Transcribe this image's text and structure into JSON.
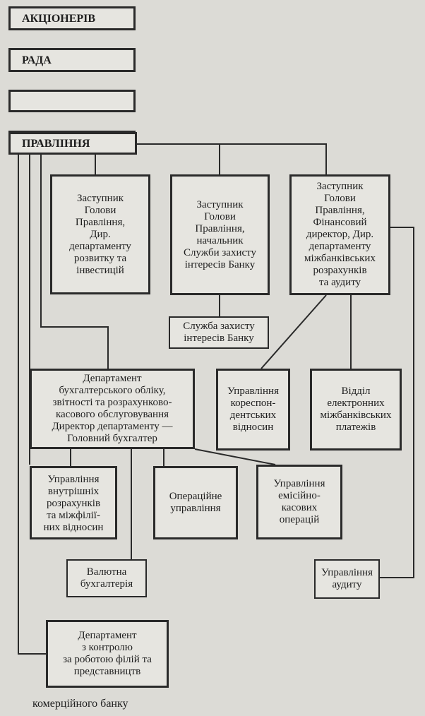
{
  "boxes": {
    "shareholders": "АКЦІОНЕРІВ",
    "council": "РАДА",
    "blank_1": "",
    "blank_2": "",
    "board": "ПРАВЛІННЯ",
    "deputy_development": "Заступник\nГолови\nПравління,\nДир.\nдепартаменту\nрозвитку та\nінвестицій",
    "deputy_security": "Заступник\nГолови\nПравління,\nначальник\nСлужби захисту\nінтересів Банку",
    "security_service": "Служба захисту\nінтересів Банку",
    "deputy_finance": "Заступник\nГолови\nПравління,\nФінансовий\nдиректор, Дир.\nдепартаменту\nміжбанківських\nрозрахунків\nта аудиту",
    "accounting_department": "Департамент\nбухгалтерського обліку,\nзвітності та розрахунково-\nкасового обслуговування\nДиректор департаменту —\nГоловний бухгалтер",
    "correspondent_relations": "Управління\nкореспон-\nдентських\nвідносин",
    "electronic_payments": "Відділ\nелектронних\nміжбанківських\nплатежів",
    "internal_settlements": "Управління\nвнутрішніх\nрозрахунків\nта міжфілії-\nних відносин",
    "operations": "Операційне\nуправління",
    "cash_operations": "Управління\nемісійно-\nкасових\nоперацій",
    "currency_accounting": "Валютна\nбухгалтерія",
    "audit": "Управління\nаудиту",
    "branch_control": "Департамент\nз контролю\nза роботою філій та\nпредставництв"
  },
  "caption": "комерційного банку"
}
